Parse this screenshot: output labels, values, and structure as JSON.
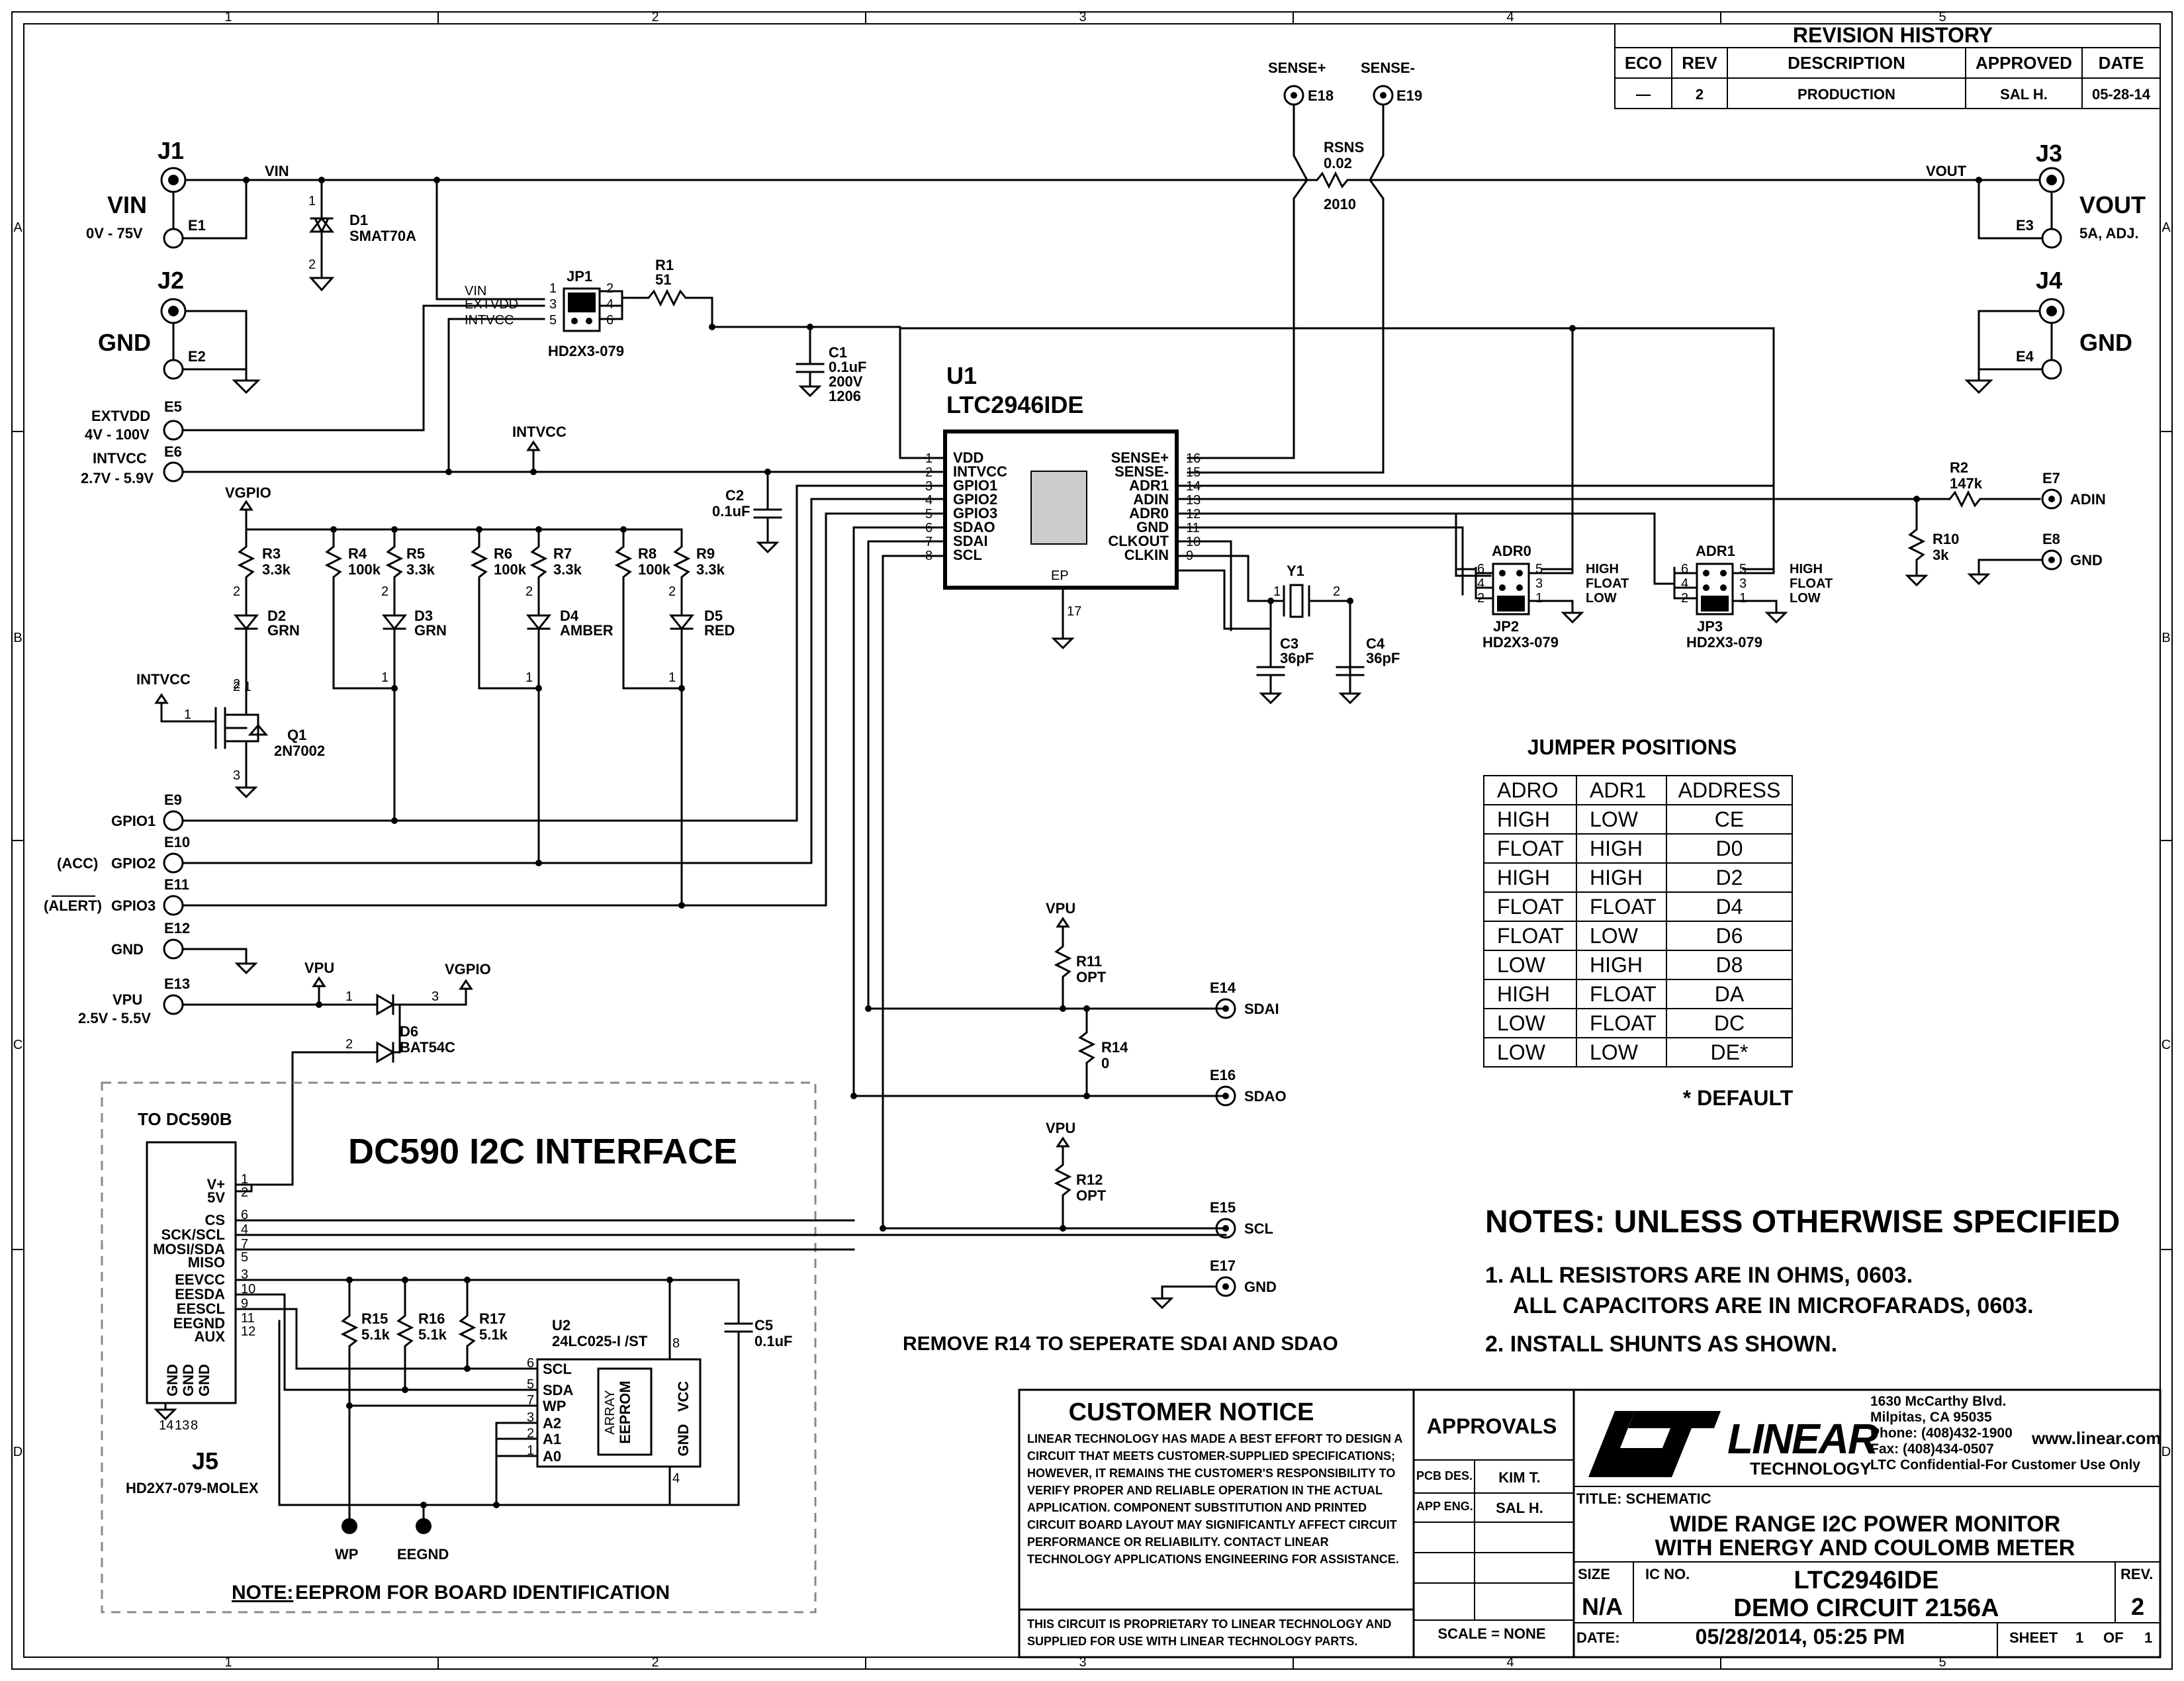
{
  "revision": {
    "title": "REVISION HISTORY",
    "headers": [
      "ECO",
      "REV",
      "DESCRIPTION",
      "APPROVED",
      "DATE"
    ],
    "row": [
      "—",
      "2",
      "PRODUCTION",
      "SAL H.",
      "05-28-14"
    ]
  },
  "connectors": {
    "j1": "J1",
    "vin": "VIN",
    "vin_range": "0V - 75V",
    "e1": "E1",
    "j2": "J2",
    "gnd": "GND",
    "e2": "E2",
    "j3": "J3",
    "vout": "VOUT",
    "vout_spec": "5A, ADJ.",
    "e3": "E3",
    "j4": "J4",
    "e4": "E4",
    "e5": "E5",
    "extvdd": "EXTVDD",
    "extvdd_range": "4V - 100V",
    "e6": "E6",
    "intvcc": "INTVCC",
    "intvcc_range": "2.7V - 5.9V",
    "e7": "E7",
    "adin": "ADIN",
    "e8": "E8",
    "e9": "E9",
    "gpio1": "GPIO1",
    "e10": "E10",
    "acc": "(ACC)",
    "gpio2": "GPIO2",
    "e11": "E11",
    "alert": "(ALERT)",
    "gpio3": "GPIO3",
    "e12": "E12",
    "e13": "E13",
    "vpu": "VPU",
    "vpu_range": "2.5V - 5.5V",
    "e14": "E14",
    "sdai": "SDAI",
    "e16": "E16",
    "sdao": "SDAO",
    "e15": "E15",
    "scl": "SCL",
    "e17": "E17",
    "e18": "E18",
    "sense_p": "SENSE+",
    "e19": "E19",
    "sense_m": "SENSE-",
    "vgpio": "VGPIO"
  },
  "parts": {
    "d1": "D1",
    "d1v": "SMAT70A",
    "jp1": "JP1",
    "jp1v": "HD2X3-079",
    "r1": "R1",
    "r1v": "51",
    "c1": "C1",
    "c1v1": "0.1uF",
    "c1v2": "200V",
    "c1v3": "1206",
    "rsns": "RSNS",
    "rsnsv": "0.02",
    "rsnsp": "2010",
    "u1": "U1",
    "u1v": "LTC2946IDE",
    "c2": "C2",
    "c2v": "0.1uF",
    "r2": "R2",
    "r2v": "147k",
    "r10": "R10",
    "r10v": "3k",
    "r3": "R3",
    "r3v": "3.3k",
    "r4": "R4",
    "r4v": "100k",
    "r5": "R5",
    "r5v": "3.3k",
    "r6": "R6",
    "r6v": "100k",
    "r7": "R7",
    "r7v": "3.3k",
    "r8": "R8",
    "r8v": "100k",
    "r9": "R9",
    "r9v": "3.3k",
    "d2": "D2",
    "d2v": "GRN",
    "d3": "D3",
    "d3v": "GRN",
    "d4": "D4",
    "d4v": "AMBER",
    "d5": "D5",
    "d5v": "RED",
    "q1": "Q1",
    "q1v": "2N7002",
    "y1": "Y1",
    "c3": "C3",
    "c3v": "36pF",
    "c4": "C4",
    "c4v": "36pF",
    "adr0": "ADR0",
    "jp2": "JP2",
    "jp2v": "HD2X3-079",
    "adr1": "ADR1",
    "jp3": "JP3",
    "jp3v": "HD2X3-079",
    "high": "HIGH",
    "float": "FLOAT",
    "low": "LOW",
    "d6": "D6",
    "d6v": "BAT54C",
    "r11": "R11",
    "r11v": "OPT",
    "r14": "R14",
    "r14v": "0",
    "r12": "R12",
    "r12v": "OPT",
    "r15": "R15",
    "r15v": "5.1k",
    "r16": "R16",
    "r16v": "5.1k",
    "r17": "R17",
    "r17v": "5.1k",
    "u2": "U2",
    "u2v": "24LC025-I /ST",
    "c5": "C5",
    "c5v": "0.1uF",
    "j5": "J5",
    "j5v": "HD2X7-079-MOLEX",
    "wp": "WP",
    "eegnd": "EEGND",
    "ep": "EP",
    "ep_pin": "17"
  },
  "u1_pins_left": [
    "VDD",
    "INTVCC",
    "GPIO1",
    "GPIO2",
    "GPIO3",
    "SDAO",
    "SDAI",
    "SCL"
  ],
  "u1_pins_right": [
    "SENSE+",
    "SENSE-",
    "ADR1",
    "ADIN",
    "ADR0",
    "GND",
    "CLKOUT",
    "CLKIN"
  ],
  "u1_nums_left": [
    "1",
    "2",
    "3",
    "4",
    "5",
    "6",
    "7",
    "8"
  ],
  "u1_nums_right": [
    "16",
    "15",
    "14",
    "13",
    "12",
    "11",
    "10",
    "9"
  ],
  "jp1_labels": [
    "VIN",
    "EXTVDD",
    "INTVCC"
  ],
  "j5_pins": [
    "V+",
    "5V",
    "CS",
    "SCK/SCL",
    "MOSI/SDA",
    "MISO",
    "EEVCC",
    "EESDA",
    "EESCL",
    "EEGND",
    "AUX",
    "GND",
    "GND",
    "GND"
  ],
  "j5_nums": [
    "1",
    "2",
    "6",
    "4",
    "7",
    "5",
    "3",
    "10",
    "9",
    "11",
    "12",
    "14",
    "13",
    "8"
  ],
  "u2_pins": [
    "SCL",
    "SDA",
    "WP",
    "A2",
    "A1",
    "A0",
    "VCC",
    "GND",
    "EEPROM",
    "ARRAY"
  ],
  "u2_nums": [
    "6",
    "5",
    "7",
    "3",
    "2",
    "1",
    "8",
    "4"
  ],
  "jumper_table": {
    "title": "JUMPER POSITIONS",
    "headers": [
      "ADRO",
      "ADR1",
      "ADDRESS"
    ],
    "rows": [
      [
        "HIGH",
        "LOW",
        "CE"
      ],
      [
        "FLOAT",
        "HIGH",
        "D0"
      ],
      [
        "HIGH",
        "HIGH",
        "D2"
      ],
      [
        "FLOAT",
        "FLOAT",
        "D4"
      ],
      [
        "FLOAT",
        "LOW",
        "D6"
      ],
      [
        "LOW",
        "HIGH",
        "D8"
      ],
      [
        "HIGH",
        "FLOAT",
        "DA"
      ],
      [
        "LOW",
        "FLOAT",
        "DC"
      ],
      [
        "LOW",
        "LOW",
        "DE*"
      ]
    ],
    "footnote": "* DEFAULT"
  },
  "labels": {
    "dc590_title": "DC590 I2C INTERFACE",
    "to_dc590b": "TO DC590B",
    "eeprom_note_prefix": "NOTE:",
    "eeprom_note": "EEPROM FOR BOARD IDENTIFICATION",
    "remove_r14": "REMOVE R14 TO SEPERATE SDAI AND SDAO"
  },
  "notes": {
    "title": "NOTES: UNLESS OTHERWISE SPECIFIED",
    "n1a": "1.  ALL RESISTORS ARE IN OHMS, 0603.",
    "n1b": "ALL CAPACITORS ARE IN MICROFARADS, 0603.",
    "n2": "2.  INSTALL SHUNTS AS SHOWN."
  },
  "title_block": {
    "customer_notice": "CUSTOMER NOTICE",
    "notice_lines": [
      "LINEAR TECHNOLOGY HAS MADE A BEST EFFORT TO DESIGN A",
      "CIRCUIT THAT MEETS CUSTOMER-SUPPLIED SPECIFICATIONS;",
      "HOWEVER, IT REMAINS THE CUSTOMER'S RESPONSIBILITY TO",
      "VERIFY PROPER AND RELIABLE OPERATION IN THE ACTUAL",
      "APPLICATION. COMPONENT SUBSTITUTION AND PRINTED",
      "CIRCUIT BOARD LAYOUT MAY SIGNIFICANTLY AFFECT CIRCUIT",
      "PERFORMANCE OR RELIABILITY. CONTACT LINEAR",
      "TECHNOLOGY APPLICATIONS ENGINEERING FOR ASSISTANCE."
    ],
    "proprietary_lines": [
      "THIS CIRCUIT IS PROPRIETARY TO LINEAR TECHNOLOGY AND",
      "SUPPLIED FOR USE WITH LINEAR TECHNOLOGY PARTS."
    ],
    "approvals": "APPROVALS",
    "pcb_des": "PCB DES.",
    "pcb_des_name": "KIM T.",
    "app_eng": "APP ENG.",
    "app_eng_name": "SAL H.",
    "scale": "SCALE = NONE",
    "logo": "LINEAR",
    "logo_sub": "TECHNOLOGY",
    "address_lines": [
      "1630 McCarthy Blvd.",
      "Milpitas, CA 95035",
      "Phone: (408)432-1900",
      "Fax: (408)434-0507",
      "LTC Confidential-For Customer Use Only"
    ],
    "website": "www.linear.com",
    "title_label": "TITLE:  SCHEMATIC",
    "title_line1": "WIDE RANGE I2C POWER MONITOR",
    "title_line2": "WITH ENERGY AND COULOMB METER",
    "size_label": "SIZE",
    "size": "N/A",
    "ic_no_label": "IC NO.",
    "ic_line1": "LTC2946IDE",
    "ic_line2": "DEMO CIRCUIT 2156A",
    "rev_label": "REV.",
    "rev": "2",
    "date_label": "DATE:",
    "date": "05/28/2014, 05:25 PM",
    "sheet": "SHEET",
    "sheet_n": "1",
    "of": "OF",
    "sheet_total": "1"
  },
  "border": {
    "cols": [
      "1",
      "2",
      "3",
      "4",
      "5"
    ],
    "rows": [
      "A",
      "B",
      "C",
      "D"
    ]
  }
}
